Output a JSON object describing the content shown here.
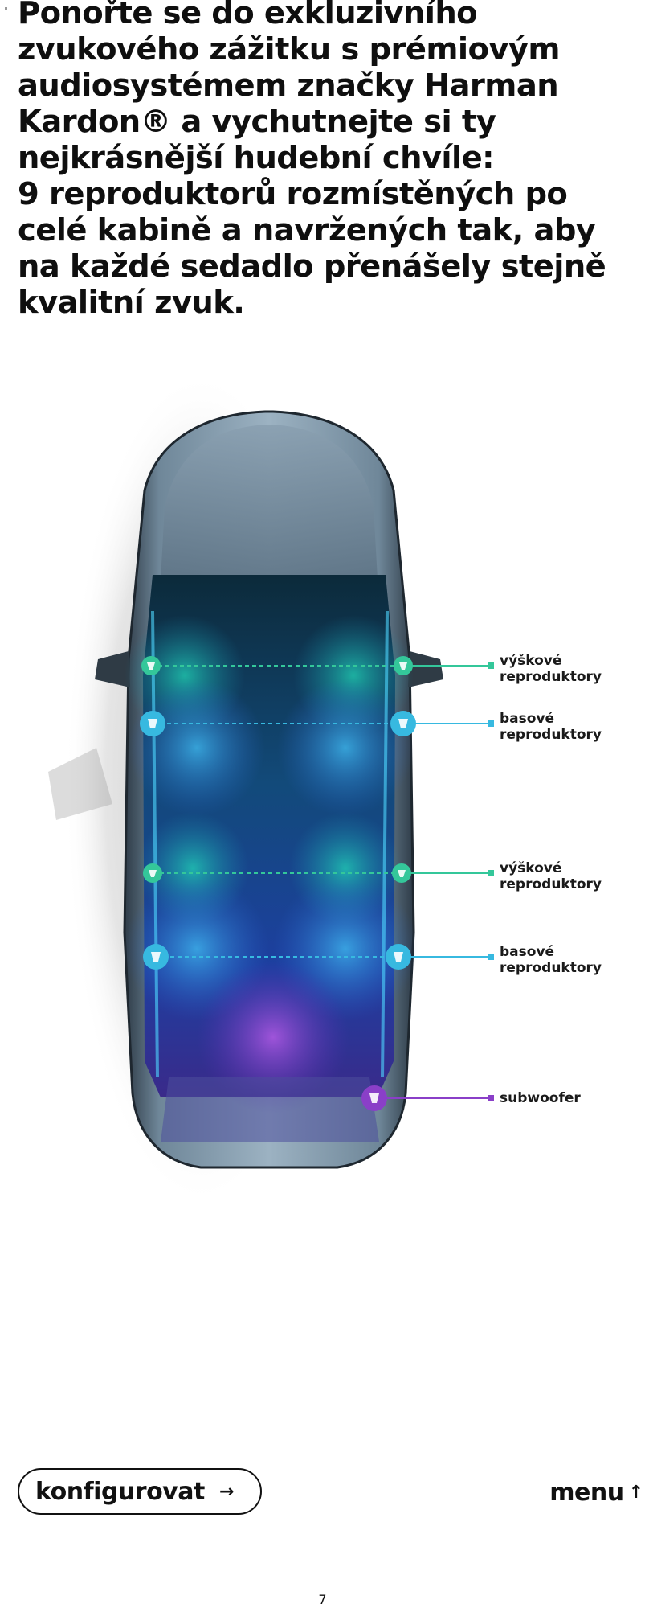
{
  "headline": {
    "lines": [
      "Ponořte se do exkluzivního",
      "zvukového zážitku s prémiovým",
      "audiosystémem značky Harman",
      "Kardon® a vychutnejte si ty",
      "nejkrásnější hudební chvíle:",
      "9 reproduktorů rozmístěných po",
      "celé kabině a navržených tak, aby",
      "na každé sedadlo přenášely stejně",
      "kvalitní zvuk."
    ]
  },
  "speakers": {
    "labels": [
      {
        "line1": "výškové",
        "line2": "reproduktory",
        "color": "#34c79a"
      },
      {
        "line1": "basové",
        "line2": "reproduktory",
        "color": "#37b9e0"
      },
      {
        "line1": "výškové",
        "line2": "reproduktory",
        "color": "#34c79a"
      },
      {
        "line1": "basové",
        "line2": "reproduktory",
        "color": "#37b9e0"
      },
      {
        "line1": "subwoofer",
        "line2": "",
        "color": "#8a3fc8"
      }
    ],
    "icons": [
      "speaker-icon"
    ]
  },
  "footer": {
    "configure_label": "konfigurovat",
    "configure_arrow": "→",
    "menu_label": "menu",
    "menu_arrow": "↑",
    "page_number": "7"
  },
  "colors": {
    "tweeter": "#34c79a",
    "bass": "#37b9e0",
    "subwoofer": "#8a3fc8",
    "car_body": "#6d8496",
    "text": "#111111"
  }
}
